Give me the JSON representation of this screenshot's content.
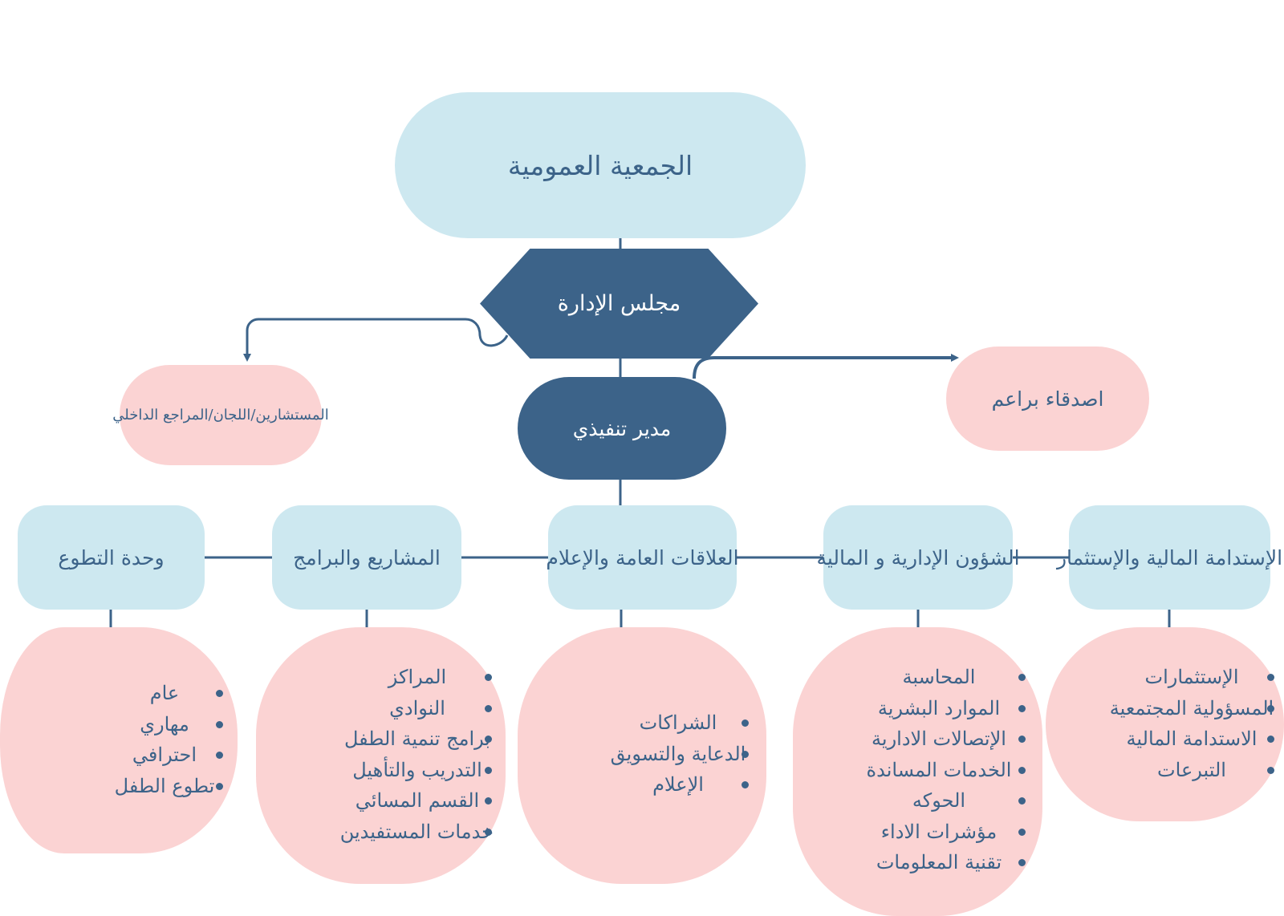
{
  "colors": {
    "light": "#cde8f0",
    "pink": "#fbd3d3",
    "dark": "#3c6389",
    "line": "#3c6389"
  },
  "general_assembly": "الجمعية العمومية",
  "board": "مجلس الإدارة",
  "executive_director": "مدير تنفيذي",
  "advisors": "المستشارين/اللجان/المراجع الداخلي",
  "sponsors": "اصدقاء براعم",
  "departments": [
    {
      "name": "الإستدامة المالية والإستثمار",
      "items": [
        "الإستثمارات",
        "المسؤولية المجتمعية",
        "الاستدامة المالية",
        "التبرعات"
      ]
    },
    {
      "name": "الشؤون الإدارية و المالية",
      "items": [
        "المحاسبة",
        "الموارد البشرية",
        "الإتصالات الادارية",
        "الخدمات المساندة",
        "الحوكه",
        "مؤشرات الاداء",
        "تقنية المعلومات"
      ]
    },
    {
      "name": "العلاقات العامة والإعلام",
      "items": [
        "الشراكات",
        "الدعاية والتسويق",
        "الإعلام"
      ]
    },
    {
      "name": "المشاريع والبرامج",
      "items": [
        "المراكز",
        "النوادي",
        "برامج تنمية الطفل",
        "التدريب والتأهيل",
        "القسم المسائي",
        "خدمات المستفيدين"
      ]
    },
    {
      "name": "وحدة التطوع",
      "items": [
        "عام",
        "مهاري",
        "احترافي",
        "تطوع الطفل"
      ]
    }
  ]
}
